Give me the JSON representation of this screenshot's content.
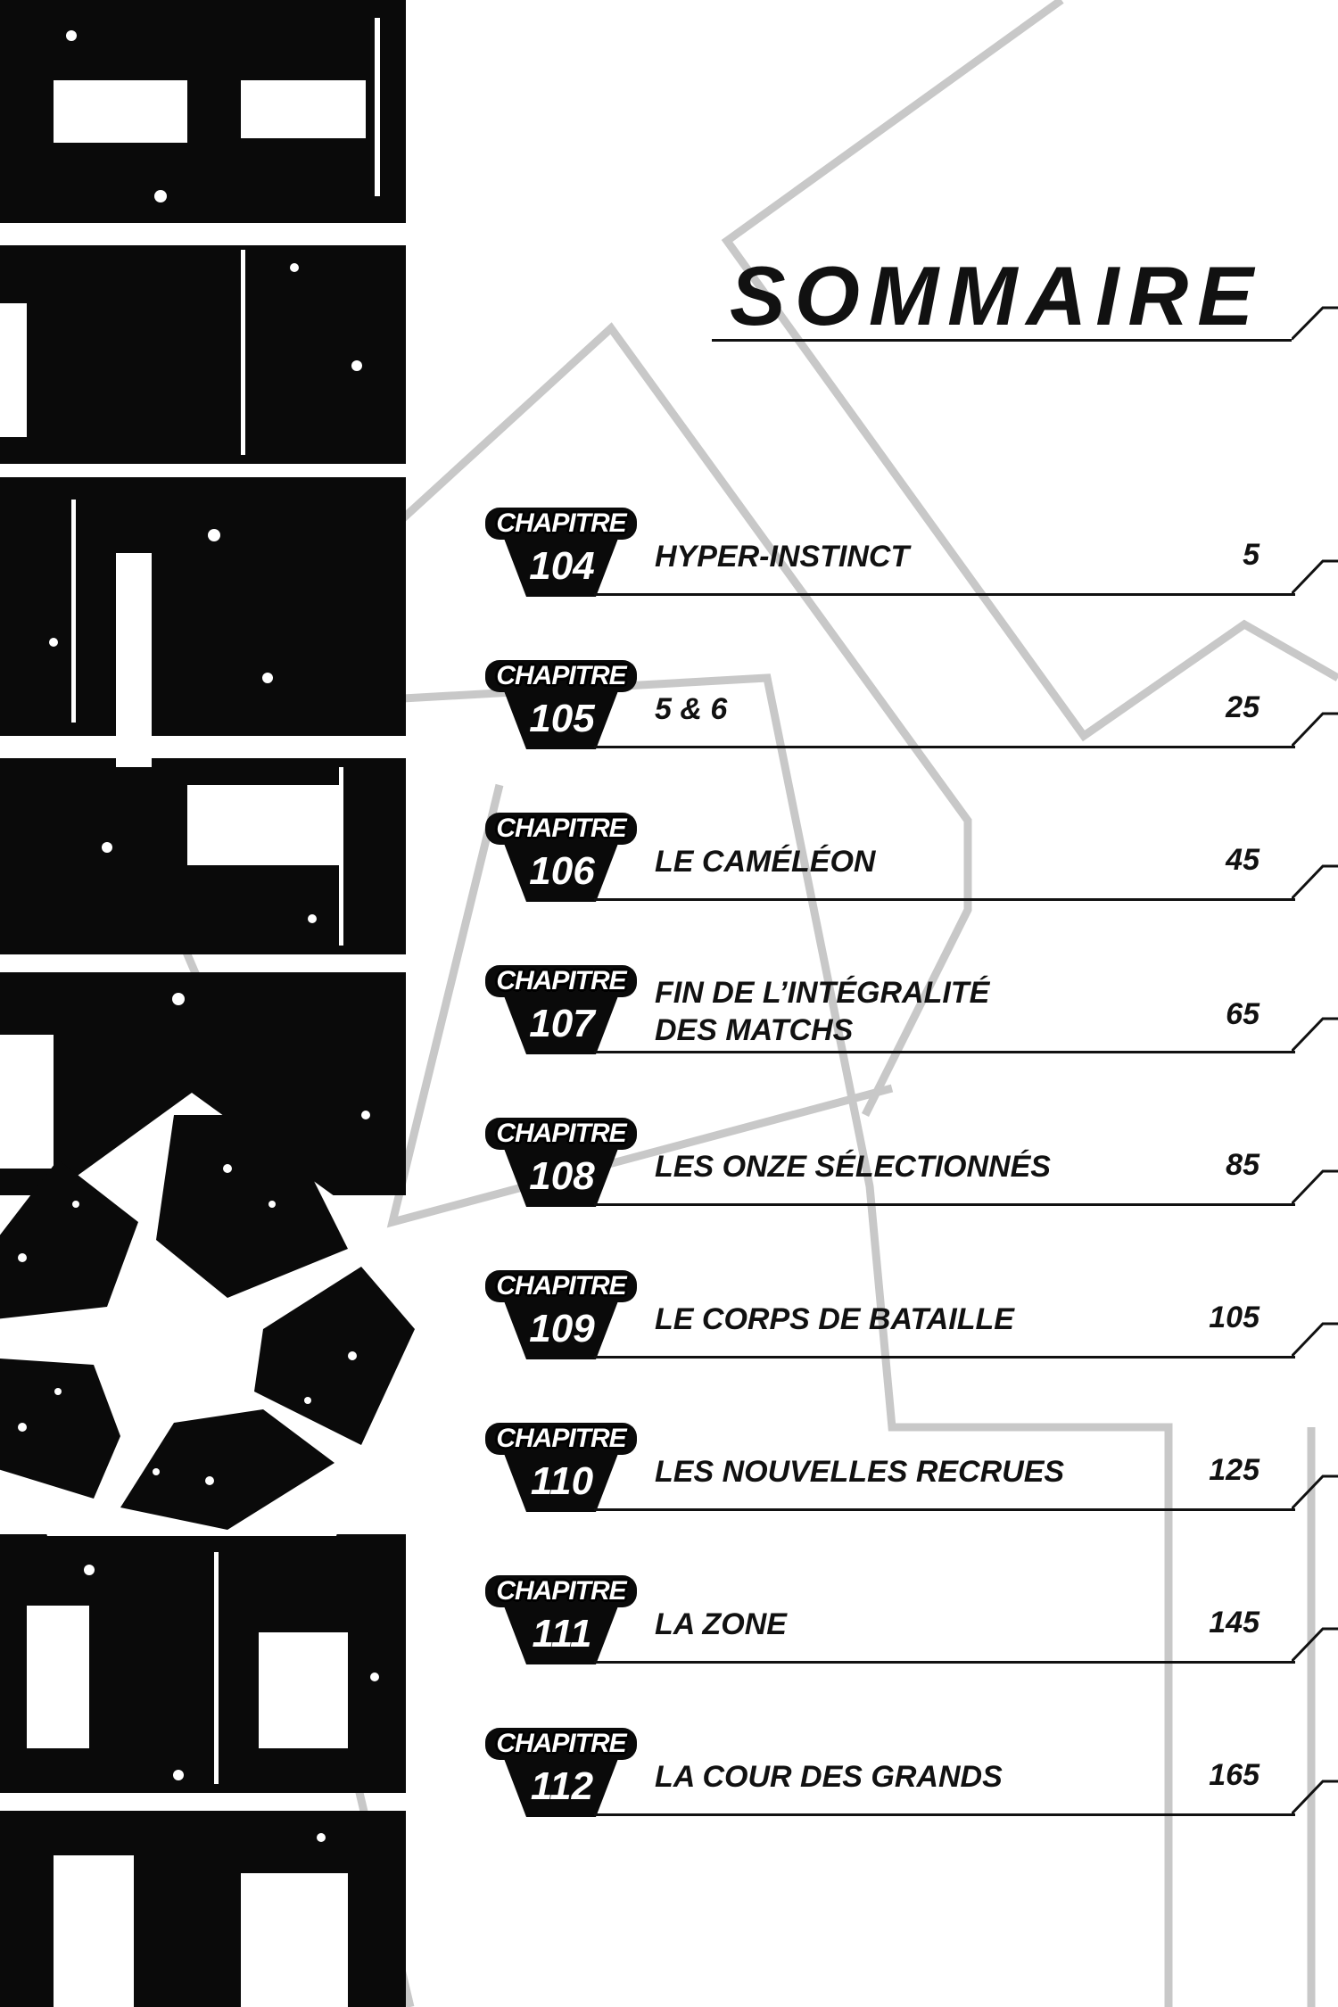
{
  "header": {
    "title": "SOMMAIRE"
  },
  "chapters": [
    {
      "label": "CHAPITRE",
      "number": "104",
      "title_lines": [
        "HYPER-INSTINCT"
      ],
      "page": "5"
    },
    {
      "label": "CHAPITRE",
      "number": "105",
      "title_lines": [
        "5 & 6"
      ],
      "page": "25"
    },
    {
      "label": "CHAPITRE",
      "number": "106",
      "title_lines": [
        "LE CAMÉLÉON"
      ],
      "page": "45"
    },
    {
      "label": "CHAPITRE",
      "number": "107",
      "title_lines": [
        "FIN DE L’INTÉGRALITÉ",
        "DES MATCHS"
      ],
      "page": "65"
    },
    {
      "label": "CHAPITRE",
      "number": "108",
      "title_lines": [
        "LES ONZE SÉLECTIONNÉS"
      ],
      "page": "85"
    },
    {
      "label": "CHAPITRE",
      "number": "109",
      "title_lines": [
        "LE CORPS DE BATAILLE"
      ],
      "page": "105"
    },
    {
      "label": "CHAPITRE",
      "number": "110",
      "title_lines": [
        "LES NOUVELLES RECRUES"
      ],
      "page": "125"
    },
    {
      "label": "CHAPITRE",
      "number": "111",
      "title_lines": [
        "LA ZONE"
      ],
      "page": "145"
    },
    {
      "label": "CHAPITRE",
      "number": "112",
      "title_lines": [
        "LA COUR DES GRANDS"
      ],
      "page": "165"
    }
  ],
  "colors": {
    "ink": "#111111",
    "paper": "#ffffff",
    "background_lines": "#c8c8c8"
  },
  "icons": {
    "left_art": "grunge-block-letters-and-pentagon-emblem"
  }
}
